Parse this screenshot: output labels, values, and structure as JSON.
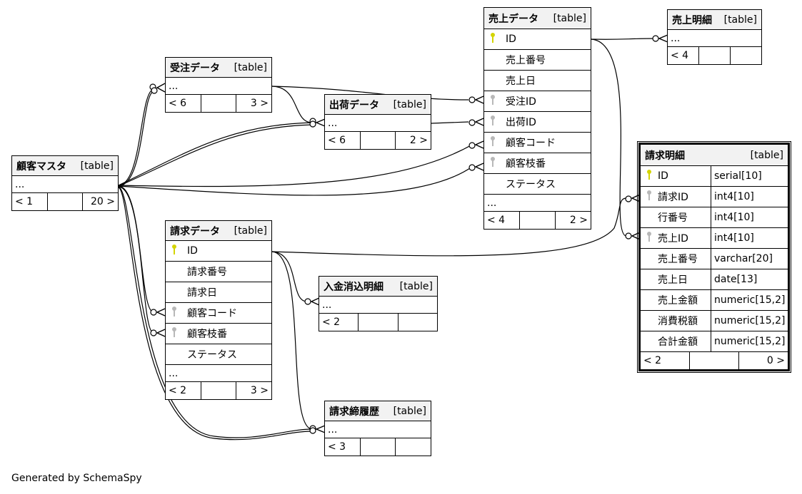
{
  "footer": "Generated by SchemaSpy",
  "type_label": "[table]",
  "tables": {
    "kokyaku": {
      "name": "顧客マスタ",
      "ellipsis": "...",
      "foot": [
        "< 1",
        "",
        "20 >"
      ]
    },
    "juchu": {
      "name": "受注データ",
      "ellipsis": "...",
      "foot": [
        "< 6",
        "",
        "3 >"
      ]
    },
    "shukka": {
      "name": "出荷データ",
      "ellipsis": "...",
      "foot": [
        "< 6",
        "",
        "2 >"
      ]
    },
    "uriage": {
      "name": "売上データ",
      "columns": [
        {
          "name": "ID",
          "key": "pk"
        },
        {
          "name": "売上番号",
          "key": ""
        },
        {
          "name": "売上日",
          "key": ""
        },
        {
          "name": "受注ID",
          "key": "fk"
        },
        {
          "name": "出荷ID",
          "key": "fk"
        },
        {
          "name": "顧客コード",
          "key": "fk"
        },
        {
          "name": "顧客枝番",
          "key": "fk"
        },
        {
          "name": "ステータス",
          "key": ""
        }
      ],
      "ellipsis": "...",
      "foot": [
        "< 4",
        "",
        "2 >"
      ]
    },
    "uriage_meisai": {
      "name": "売上明細",
      "ellipsis": "...",
      "foot": [
        "< 4",
        "",
        ""
      ]
    },
    "seikyu": {
      "name": "請求データ",
      "columns": [
        {
          "name": "ID",
          "key": "pk"
        },
        {
          "name": "請求番号",
          "key": ""
        },
        {
          "name": "請求日",
          "key": ""
        },
        {
          "name": "顧客コード",
          "key": "fk"
        },
        {
          "name": "顧客枝番",
          "key": "fk"
        },
        {
          "name": "ステータス",
          "key": ""
        }
      ],
      "ellipsis": "...",
      "foot": [
        "< 2",
        "",
        "3 >"
      ]
    },
    "nyukin": {
      "name": "入金消込明細",
      "ellipsis": "...",
      "foot": [
        "< 2",
        "",
        ""
      ]
    },
    "shime": {
      "name": "請求締履歴",
      "ellipsis": "...",
      "foot": [
        "< 3",
        "",
        ""
      ]
    },
    "seikyu_meisai": {
      "name": "請求明細",
      "columns": [
        {
          "name": "ID",
          "key": "pk",
          "type": "serial[10]"
        },
        {
          "name": "請求ID",
          "key": "fk",
          "type": "int4[10]"
        },
        {
          "name": "行番号",
          "key": "",
          "type": "int4[10]"
        },
        {
          "name": "売上ID",
          "key": "fk",
          "type": "int4[10]"
        },
        {
          "name": "売上番号",
          "key": "",
          "type": "varchar[20]"
        },
        {
          "name": "売上日",
          "key": "",
          "type": "date[13]"
        },
        {
          "name": "売上金額",
          "key": "",
          "type": "numeric[15,2]"
        },
        {
          "name": "消費税額",
          "key": "",
          "type": "numeric[15,2]"
        },
        {
          "name": "合計金額",
          "key": "",
          "type": "numeric[15,2]"
        }
      ],
      "foot": [
        "< 2",
        "",
        "0 >"
      ]
    }
  }
}
